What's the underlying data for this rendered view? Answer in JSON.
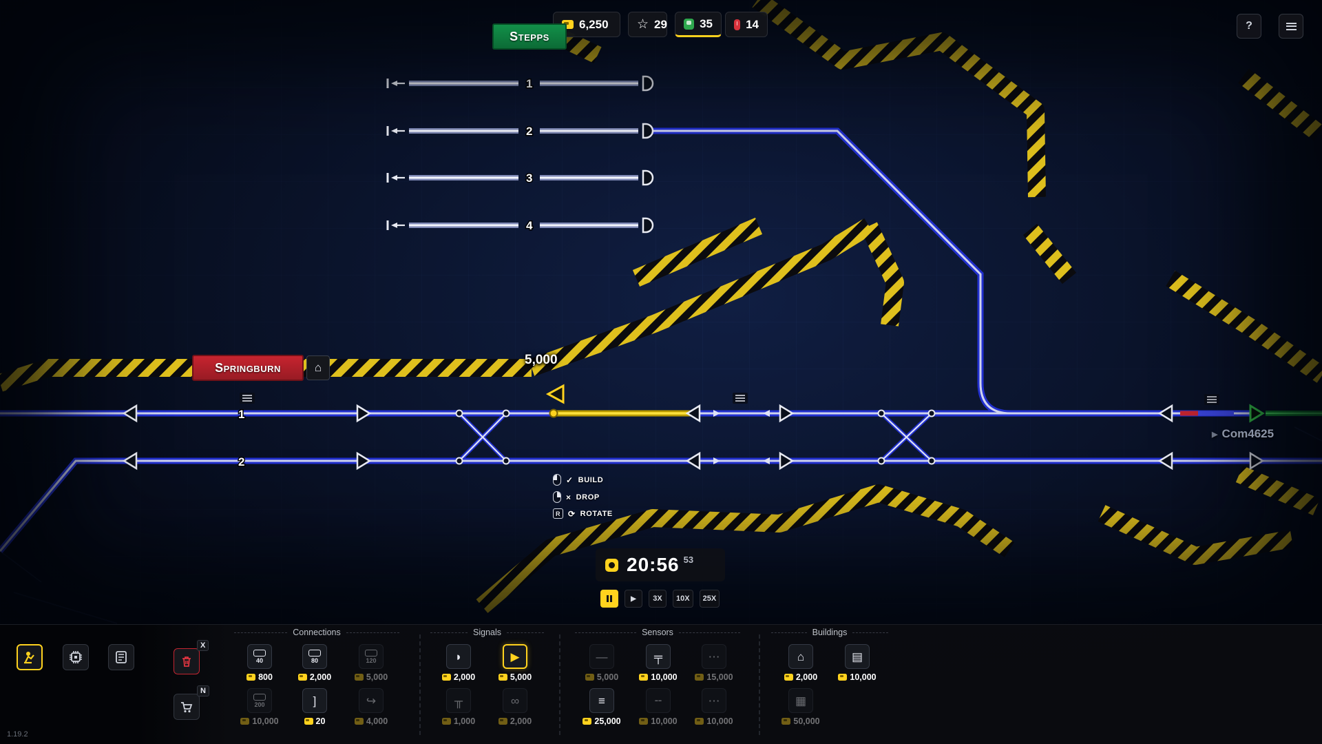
{
  "hud": {
    "money": "6,250",
    "stars": "29",
    "trains_running": "35",
    "trains_waiting": "14",
    "help_label": "?",
    "version": "1.19.2"
  },
  "stations": {
    "top_station": "Stepps",
    "main_station": "Springburn"
  },
  "map": {
    "platform_numbers": [
      "1",
      "2",
      "3",
      "4"
    ],
    "track_numbers": [
      "1",
      "2"
    ],
    "build_price": "5,000",
    "train_label": "Com4625"
  },
  "hints": {
    "build_label": "BUILD",
    "drop_label": "DROP",
    "rotate_label": "ROTATE",
    "rotate_key": "R",
    "check_glyph": "✓",
    "cross_glyph": "×",
    "rotate_glyph": "⟳"
  },
  "timer": {
    "time": "20:56",
    "seconds": "53",
    "play": "▶",
    "x3": "3X",
    "x10": "10X",
    "x25": "25X"
  },
  "toolbar": {
    "sections": [
      {
        "title": "Connections",
        "rows": [
          [
            {
              "icon": "track-speed-40",
              "label": "40",
              "price": "800"
            },
            {
              "icon": "track-speed-80",
              "label": "80",
              "price": "2,000"
            },
            {
              "icon": "track-speed-120",
              "label": "120",
              "price": "5,000"
            }
          ],
          [
            {
              "icon": "track-speed-200",
              "label": "200",
              "price": "10,000"
            },
            {
              "icon": "bumper",
              "label": "]",
              "price": "20"
            },
            {
              "icon": "switch",
              "label": "↪",
              "price": "4,000"
            }
          ]
        ]
      },
      {
        "title": "Signals",
        "rows": [
          [
            {
              "icon": "path-signal",
              "label": "◗",
              "price": "2,000"
            },
            {
              "icon": "auto-signal",
              "label": "▶",
              "price": "5,000"
            }
          ],
          [
            {
              "icon": "dwarf-signal",
              "label": "╥",
              "price": "1,000"
            },
            {
              "icon": "double-signal",
              "label": "∞",
              "price": "2,000"
            }
          ]
        ]
      },
      {
        "title": "Sensors",
        "rows": [
          [
            {
              "icon": "track-sensor",
              "label": "—",
              "price": "5,000"
            },
            {
              "icon": "gantry-sensor",
              "label": "╤",
              "price": "10,000"
            },
            {
              "icon": "multi-sensor",
              "label": "⋯",
              "price": "15,000"
            }
          ],
          [
            {
              "icon": "list-sensor",
              "label": "≡",
              "price": "25,000"
            },
            {
              "icon": "dash-sensor",
              "label": "╌",
              "price": "10,000"
            },
            {
              "icon": "dots-sensor",
              "label": "⋯",
              "price": "10,000"
            }
          ]
        ]
      },
      {
        "title": "Buildings",
        "rows": [
          [
            {
              "icon": "depot-building",
              "label": "⌂",
              "price": "2,000"
            },
            {
              "icon": "station-building",
              "label": "▤",
              "price": "10,000"
            }
          ],
          [
            {
              "icon": "warehouse-building",
              "label": "▦",
              "price": "50,000"
            }
          ]
        ]
      }
    ]
  }
}
